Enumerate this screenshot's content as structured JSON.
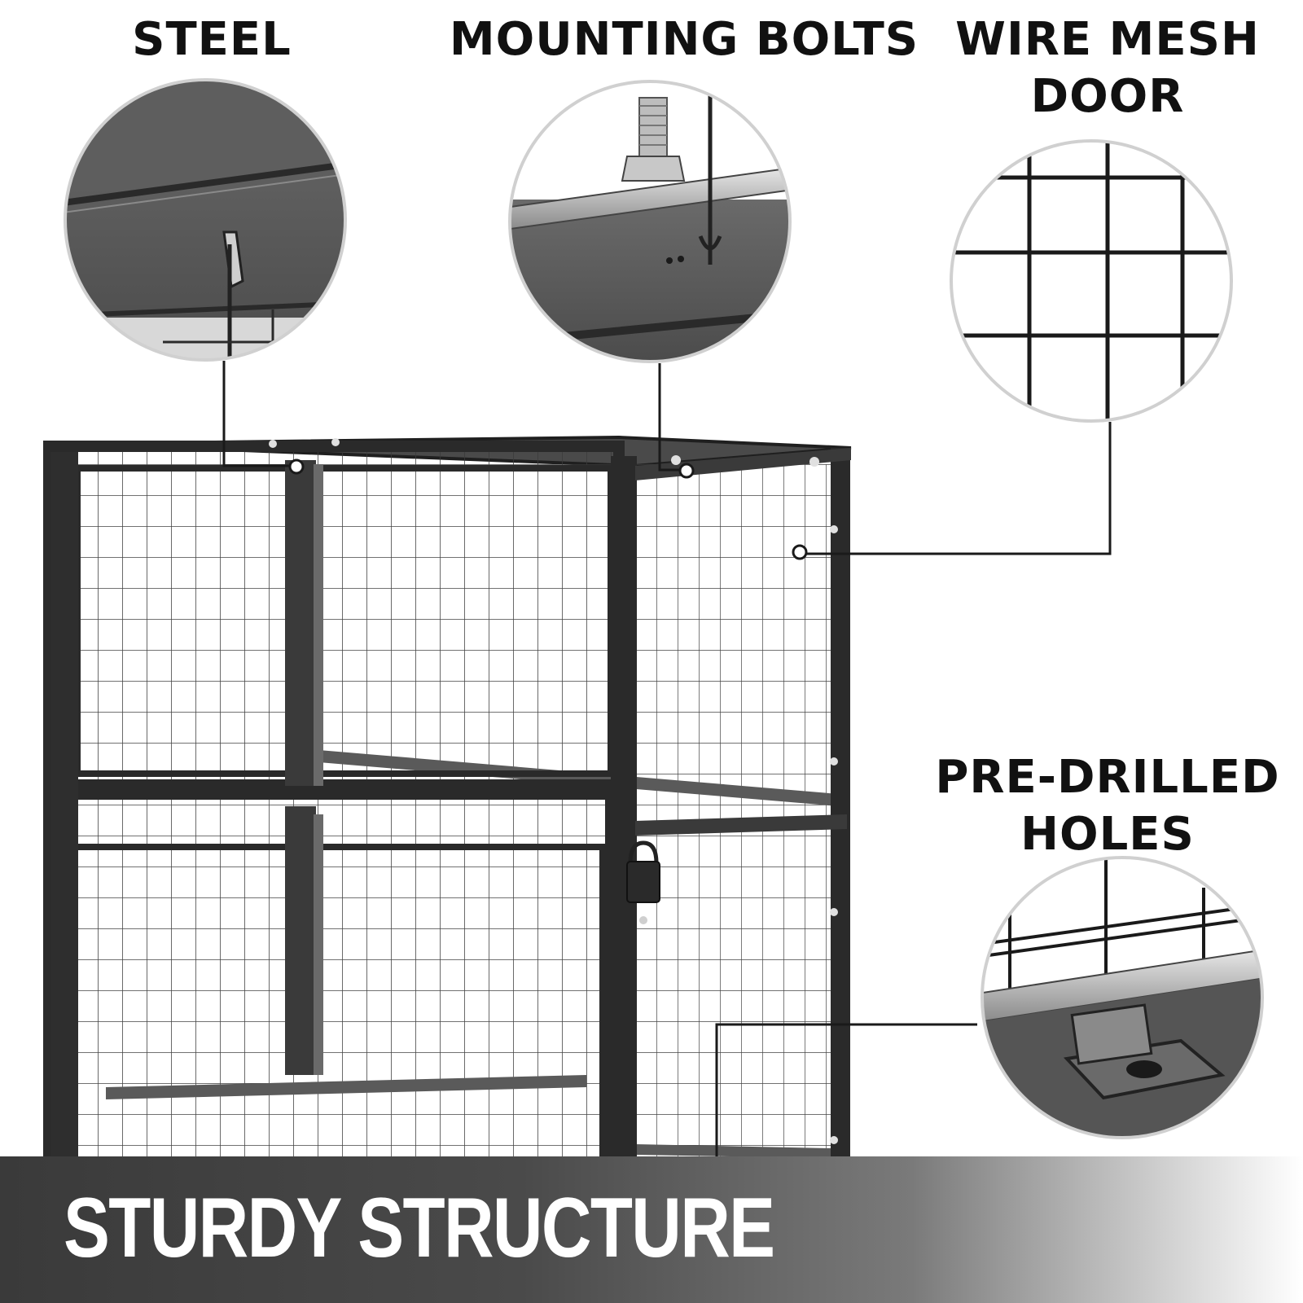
{
  "callouts": {
    "steel": {
      "line1": "STEEL"
    },
    "bolts": {
      "line1": "MOUNTING BOLTS"
    },
    "mesh": {
      "line1": "WIRE MESH",
      "line2": "DOOR"
    },
    "holes": {
      "line1": "PRE-DRILLED",
      "line2": "HOLES"
    }
  },
  "banner": {
    "title": "STURDY STRUCTURE"
  },
  "colors": {
    "frame": "#2a2a2a",
    "wire": "#3a3a3a",
    "panel": "#555555",
    "text": "#111111",
    "banner_text": "#ffffff"
  }
}
